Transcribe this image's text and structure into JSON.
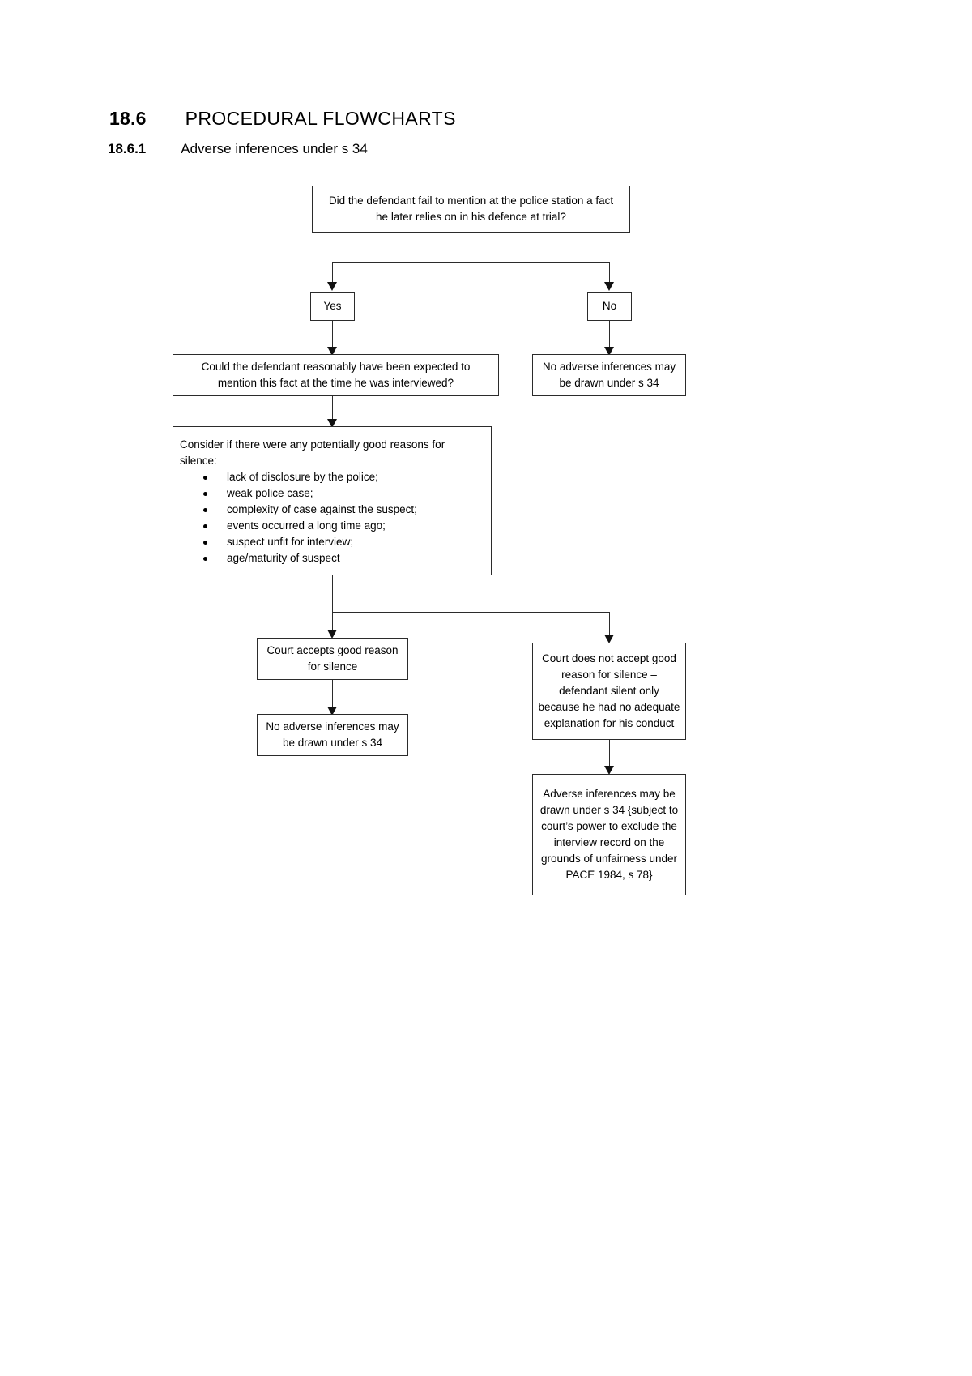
{
  "document": {
    "section_number": "18.6",
    "section_title": "PROCEDURAL FLOWCHARTS",
    "subsection_number": "18.6.1",
    "subsection_title": "Adverse inferences under s 34"
  },
  "flowchart": {
    "title": "Adverse inferences under s 34",
    "nodes": {
      "start": {
        "line1": "Did the defendant fail to mention at the police station a fact",
        "line2": "he later relies on in his defence at trial?"
      },
      "yes": {
        "label": "Yes"
      },
      "no": {
        "label": "No"
      },
      "expectation": {
        "line1": "Could the defendant reasonably have been expected to",
        "line2": "mention this fact at the time he was interviewed?"
      },
      "no_inference_right": {
        "line1": "No adverse inferences may",
        "line2": "be drawn under s 34"
      },
      "reasons": {
        "intro_line1": "Consider if there were any potentially good reasons for",
        "intro_line2": "silence:",
        "items": [
          "lack of disclosure by the police;",
          "weak police case;",
          "complexity of case against the suspect;",
          "events occurred a long time ago;",
          "suspect unfit for interview;",
          "age/maturity of suspect"
        ]
      },
      "accepts_good_reason": {
        "line1": "Court accepts good reason",
        "line2": "for silence"
      },
      "no_inference_left": {
        "line1": "No adverse inferences may",
        "line2": "be drawn under s 34"
      },
      "rejects_good_reason": {
        "line1": "Court does not accept good",
        "line2": "reason for silence –",
        "line3": "defendant silent only",
        "line4": "because he had no adequate",
        "line5": "explanation for his conduct"
      },
      "adverse_inference": {
        "line1": "Adverse inferences may be",
        "line2": "drawn under s 34 {subject to",
        "line3": "court’s power to exclude the",
        "line4": "interview record on the",
        "line5": "grounds of unfairness under",
        "line6": "PACE 1984, s 78}"
      }
    }
  },
  "style": {
    "border_color": "#2b2b2b",
    "text_color": "#000000",
    "background": "#ffffff"
  }
}
